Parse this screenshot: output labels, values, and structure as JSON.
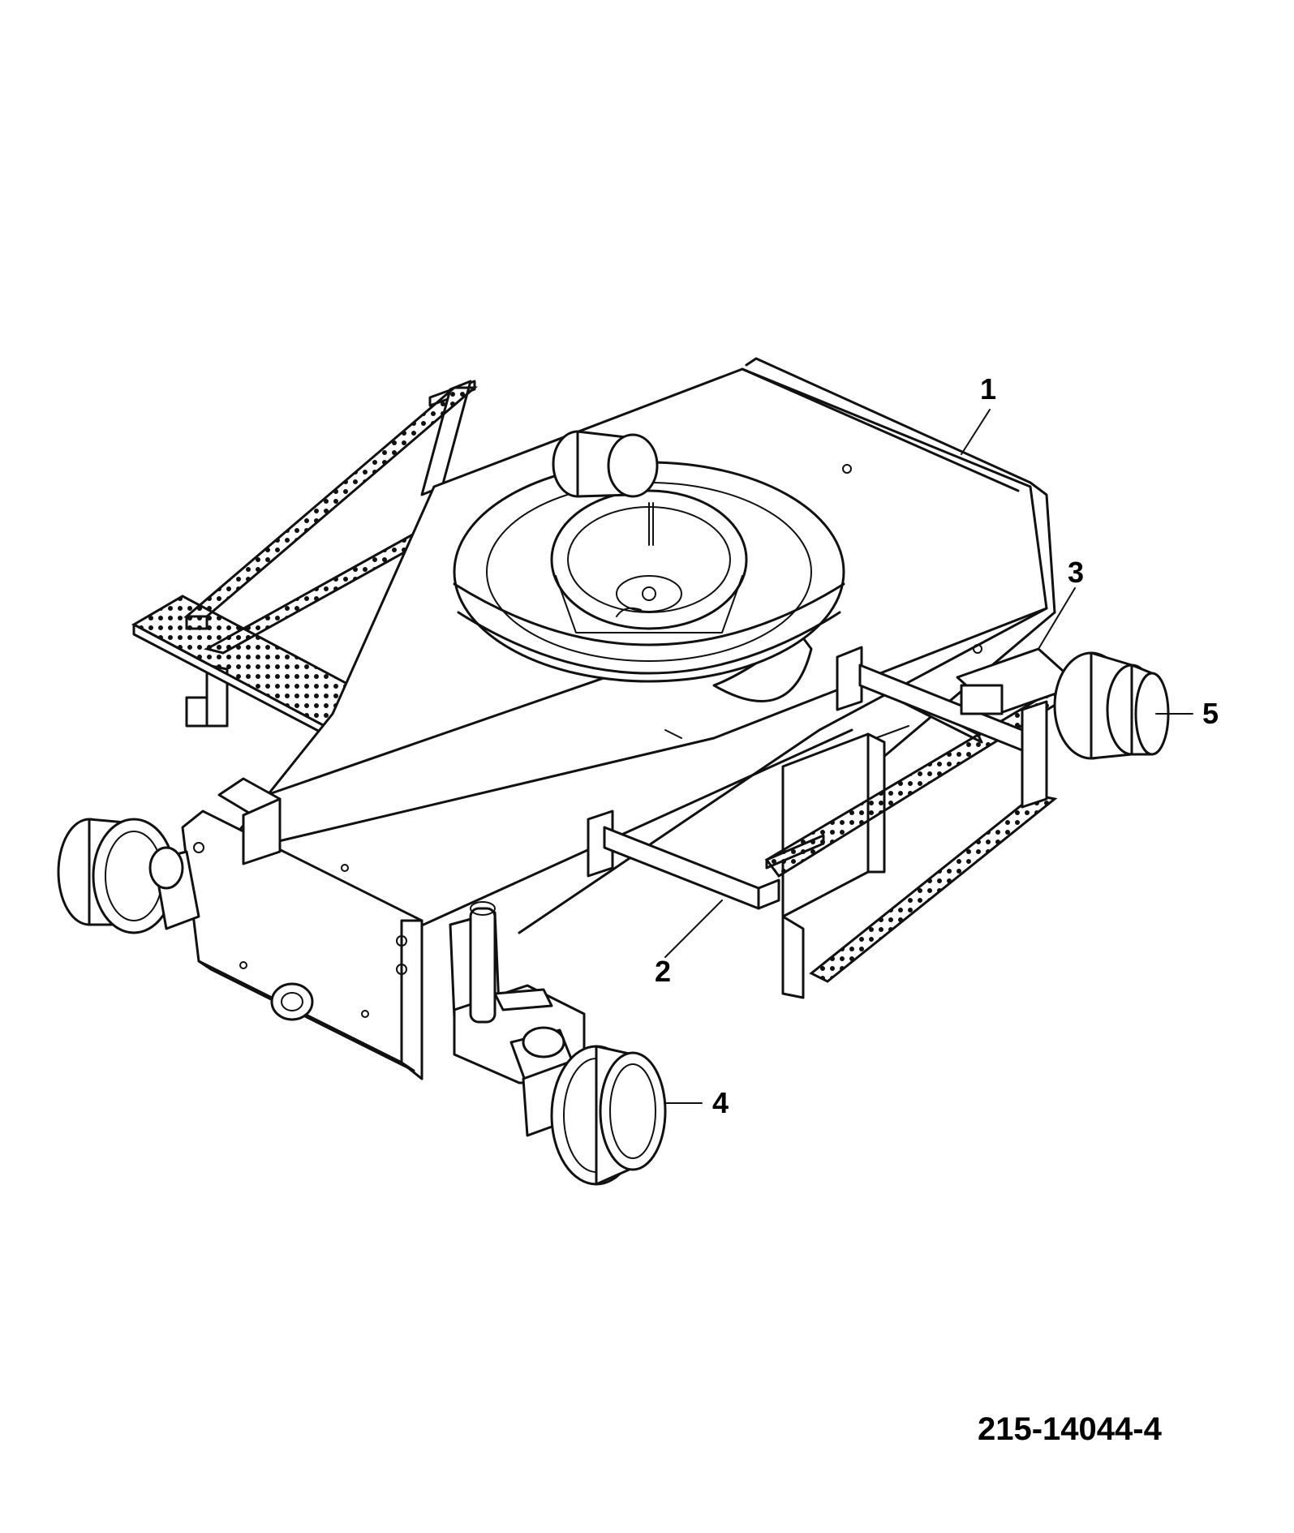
{
  "drawing_number": "215-14044-4",
  "callouts": [
    {
      "label": "1"
    },
    {
      "label": "2"
    },
    {
      "label": "3"
    },
    {
      "label": "4"
    },
    {
      "label": "5"
    }
  ]
}
